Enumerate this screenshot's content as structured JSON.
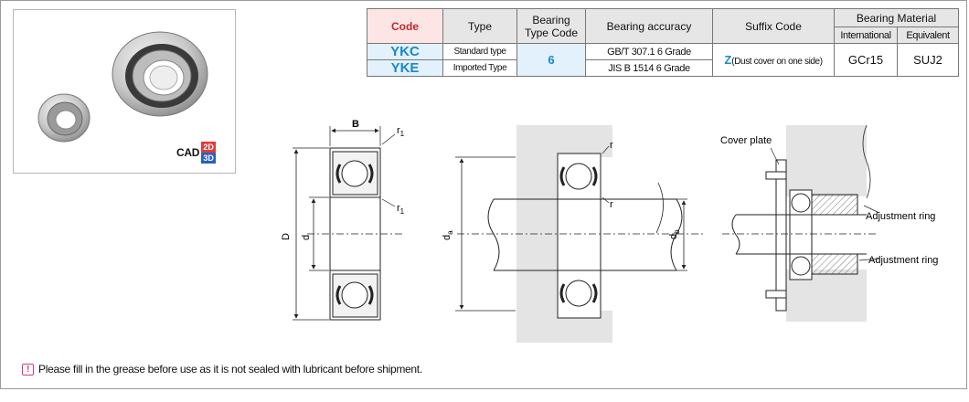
{
  "table": {
    "headers": {
      "code": "Code",
      "type": "Type",
      "bearing_type_code": "Bearing Type Code",
      "bearing_accuracy": "Bearing accuracy",
      "suffix_code": "Suffix Code",
      "bearing_material": "Bearing Material",
      "international": "International",
      "equivalent": "Equivalent"
    },
    "rows": [
      {
        "code": "YKC",
        "type": "Standard type",
        "accuracy": "GB/T 307.1  6 Grade"
      },
      {
        "code": "YKE",
        "type": "Imported Type",
        "accuracy": "JIS  B 1514  6 Grade"
      }
    ],
    "bearing_type_code": "6",
    "suffix": {
      "code": "Z",
      "desc": "(Dust cover on one side)"
    },
    "material": {
      "international": "GCr15",
      "equivalent": "SUJ2"
    }
  },
  "cad_badge": {
    "label": "CAD",
    "d2": "2D",
    "d3": "3D"
  },
  "drawing": {
    "B": "B",
    "r1_top": "r",
    "r1_top_sub": "1",
    "r1_bot": "r",
    "r1_bot_sub": "1",
    "D": "D",
    "d": "d",
    "r_top": "r",
    "r_mid": "r",
    "da": "d",
    "da_sub": "a",
    "db": "d",
    "db_sub": "b",
    "cover_plate": "Cover plate",
    "adj_ring_1": "Adjustment ring",
    "adj_ring_2": "Adjustment ring"
  },
  "note": "Please fill in the grease before use as it is not sealed with lubricant before shipment.",
  "icons": {
    "note": "warning-icon"
  }
}
